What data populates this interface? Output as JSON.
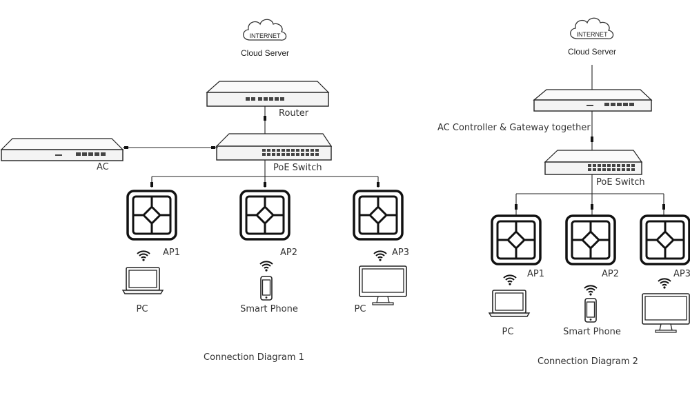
{
  "diagram1": {
    "cloud_text": "INTERNET",
    "cloud_label": "Cloud Server",
    "router_label": "Router",
    "ac_label": "AC",
    "switch_label": "PoE Switch",
    "ap_labels": [
      "AP1",
      "AP2",
      "AP3"
    ],
    "client_labels": [
      "PC",
      "Smart Phone",
      "PC"
    ],
    "caption": "Connection Diagram 1"
  },
  "diagram2": {
    "cloud_text": "INTERNET",
    "cloud_label": "Cloud Server",
    "gateway_label": "AC Controller & Gateway together",
    "switch_label": "PoE Switch",
    "ap_labels": [
      "AP1",
      "AP2",
      "AP3"
    ],
    "client_labels": [
      "PC",
      "Smart Phone"
    ],
    "caption": "Connection Diagram 2"
  },
  "icons": {
    "cloud": "cloud-icon",
    "router": "router-icon",
    "switch": "poe-switch-icon",
    "ap": "access-point-icon",
    "wifi": "wifi-icon",
    "laptop": "laptop-icon",
    "phone": "smartphone-icon",
    "monitor": "desktop-monitor-icon"
  }
}
